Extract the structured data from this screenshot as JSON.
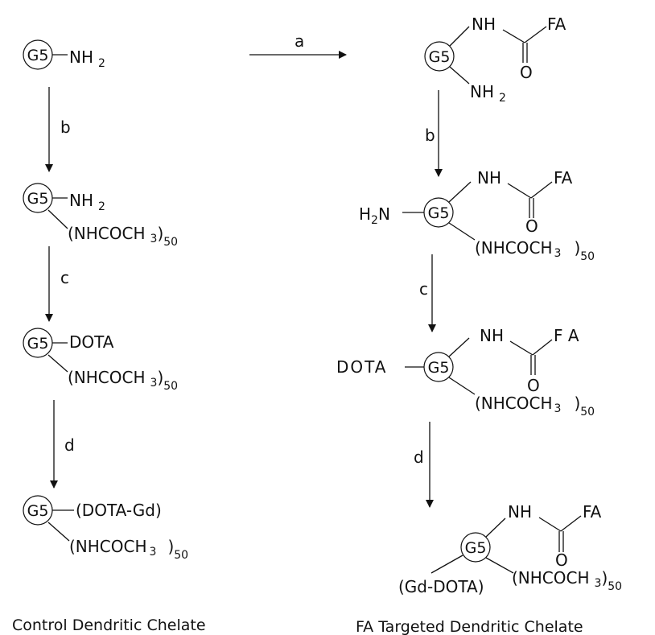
{
  "core_label": "G5",
  "groups": {
    "amine": "NH",
    "amine_sub": "2",
    "amine_h2n": "H",
    "amine_h2n_sub": "2",
    "amine_h2n_n": "N",
    "amide_nh": "NH",
    "carbonyl_o": "O",
    "folate": "FA",
    "folate_spaced": "F A",
    "acetyl": "(NHCOCH",
    "acetyl_sub": "3",
    "acetyl_close": ")",
    "acetyl_count": "50",
    "dota": "DOTA",
    "dota_spaced": "DOTA",
    "dota_gd": "(DOTA-Gd)",
    "gd_dota": "(Gd-DOTA)"
  },
  "steps": {
    "a": "a",
    "b": "b",
    "c": "c",
    "d": "d"
  },
  "captions": {
    "control": "Control Dendritic Chelate",
    "targeted": "FA Targeted Dendritic Chelate"
  }
}
